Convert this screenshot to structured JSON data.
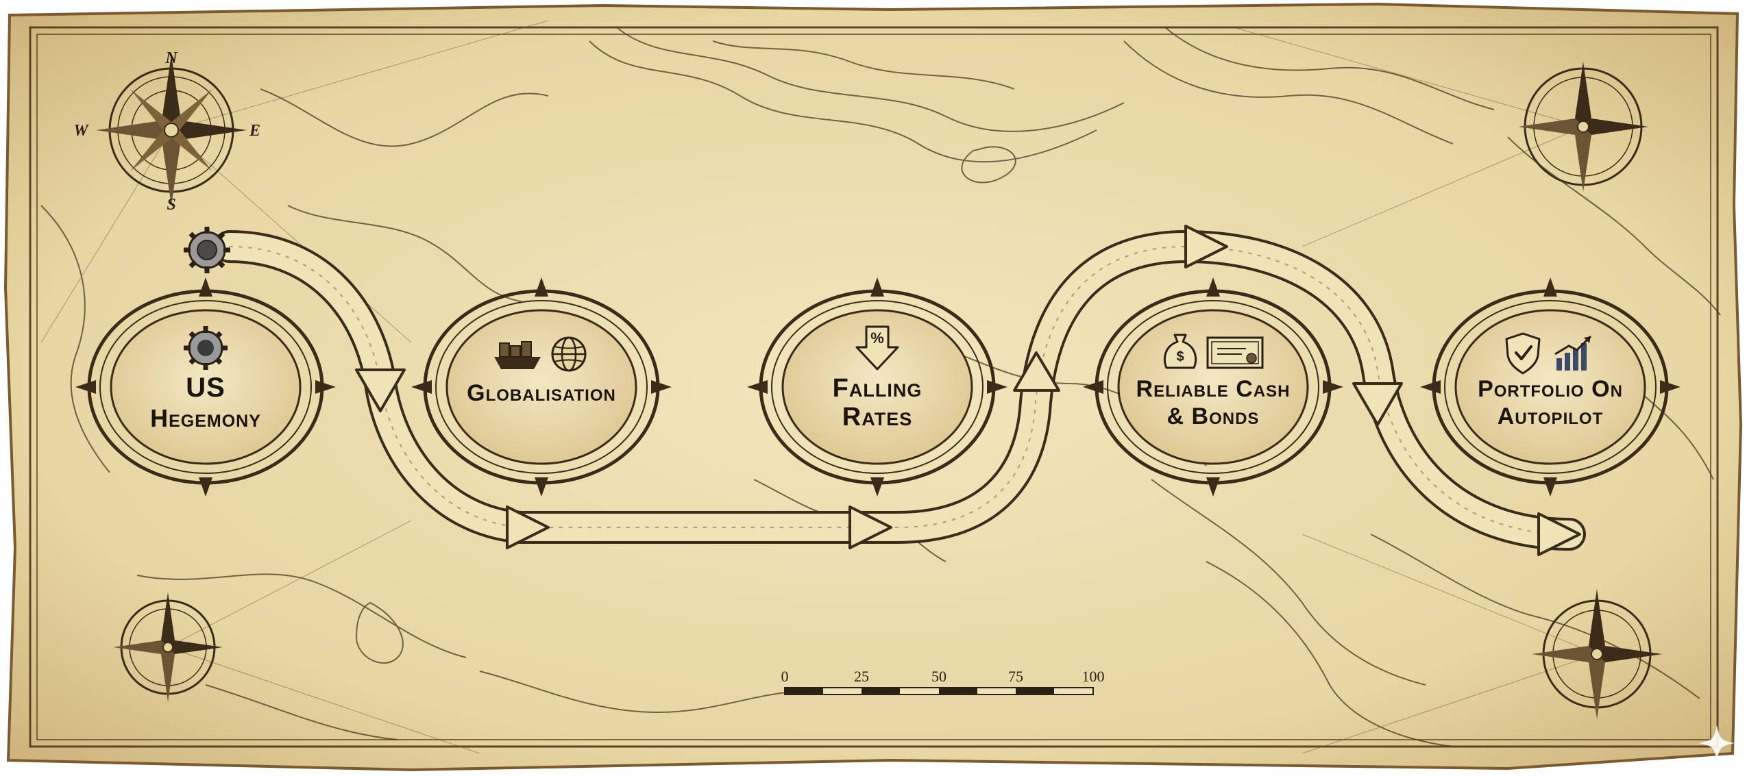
{
  "map": {
    "title": "",
    "colors": {
      "parchment": "#eadcaa",
      "parchment_dark": "#d9c48c",
      "ink": "#2a2014",
      "edge": "#8a6a3a"
    }
  },
  "compass": {
    "north": "N",
    "south": "S",
    "east": "E",
    "west": "W"
  },
  "stages": [
    {
      "label_line1": "US",
      "label_line2": "Hegemony",
      "icon": "gear-icon"
    },
    {
      "label_line1": "Globalisation",
      "label_line2": "",
      "icon": "ship-globe-icon"
    },
    {
      "label_line1": "Falling",
      "label_line2": "Rates",
      "icon": "percent-down-icon"
    },
    {
      "label_line1": "Reliable Cash",
      "label_line2": "& Bonds",
      "icon": "moneybag-certificate-icon"
    },
    {
      "label_line1": "Portfolio On",
      "label_line2": "Autopilot",
      "icon": "shield-chart-icon"
    }
  ],
  "scale_bar": {
    "ticks": [
      "0",
      "25",
      "50",
      "75",
      "100"
    ]
  }
}
